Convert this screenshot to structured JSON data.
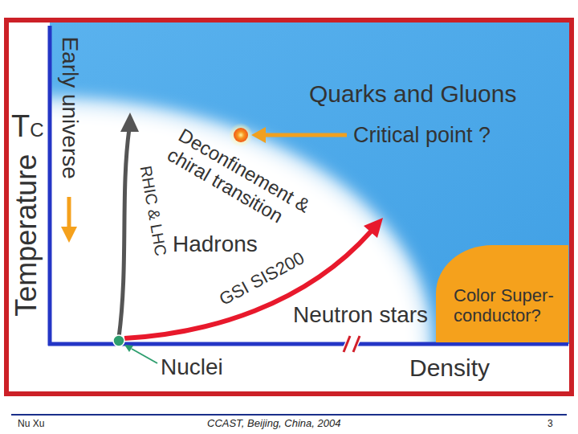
{
  "diagram": {
    "nodes": [
      {
        "text": [
          "Color Super- conductor?"
        ]
      }
    ],
    "labels": [
      "Early universe",
      "TC",
      "Temperature",
      "Quarks and Gluons",
      "Deconfinement & chiral transition",
      "Critical point ?",
      "RHIC & LHC",
      "Hadrons",
      "GSI SIS200",
      "Neutron stars",
      "Nuclei",
      "Density",
      "Nu Xu",
      "CCAST, Beijing, China, 2004",
      "3"
    ]
  }
}
